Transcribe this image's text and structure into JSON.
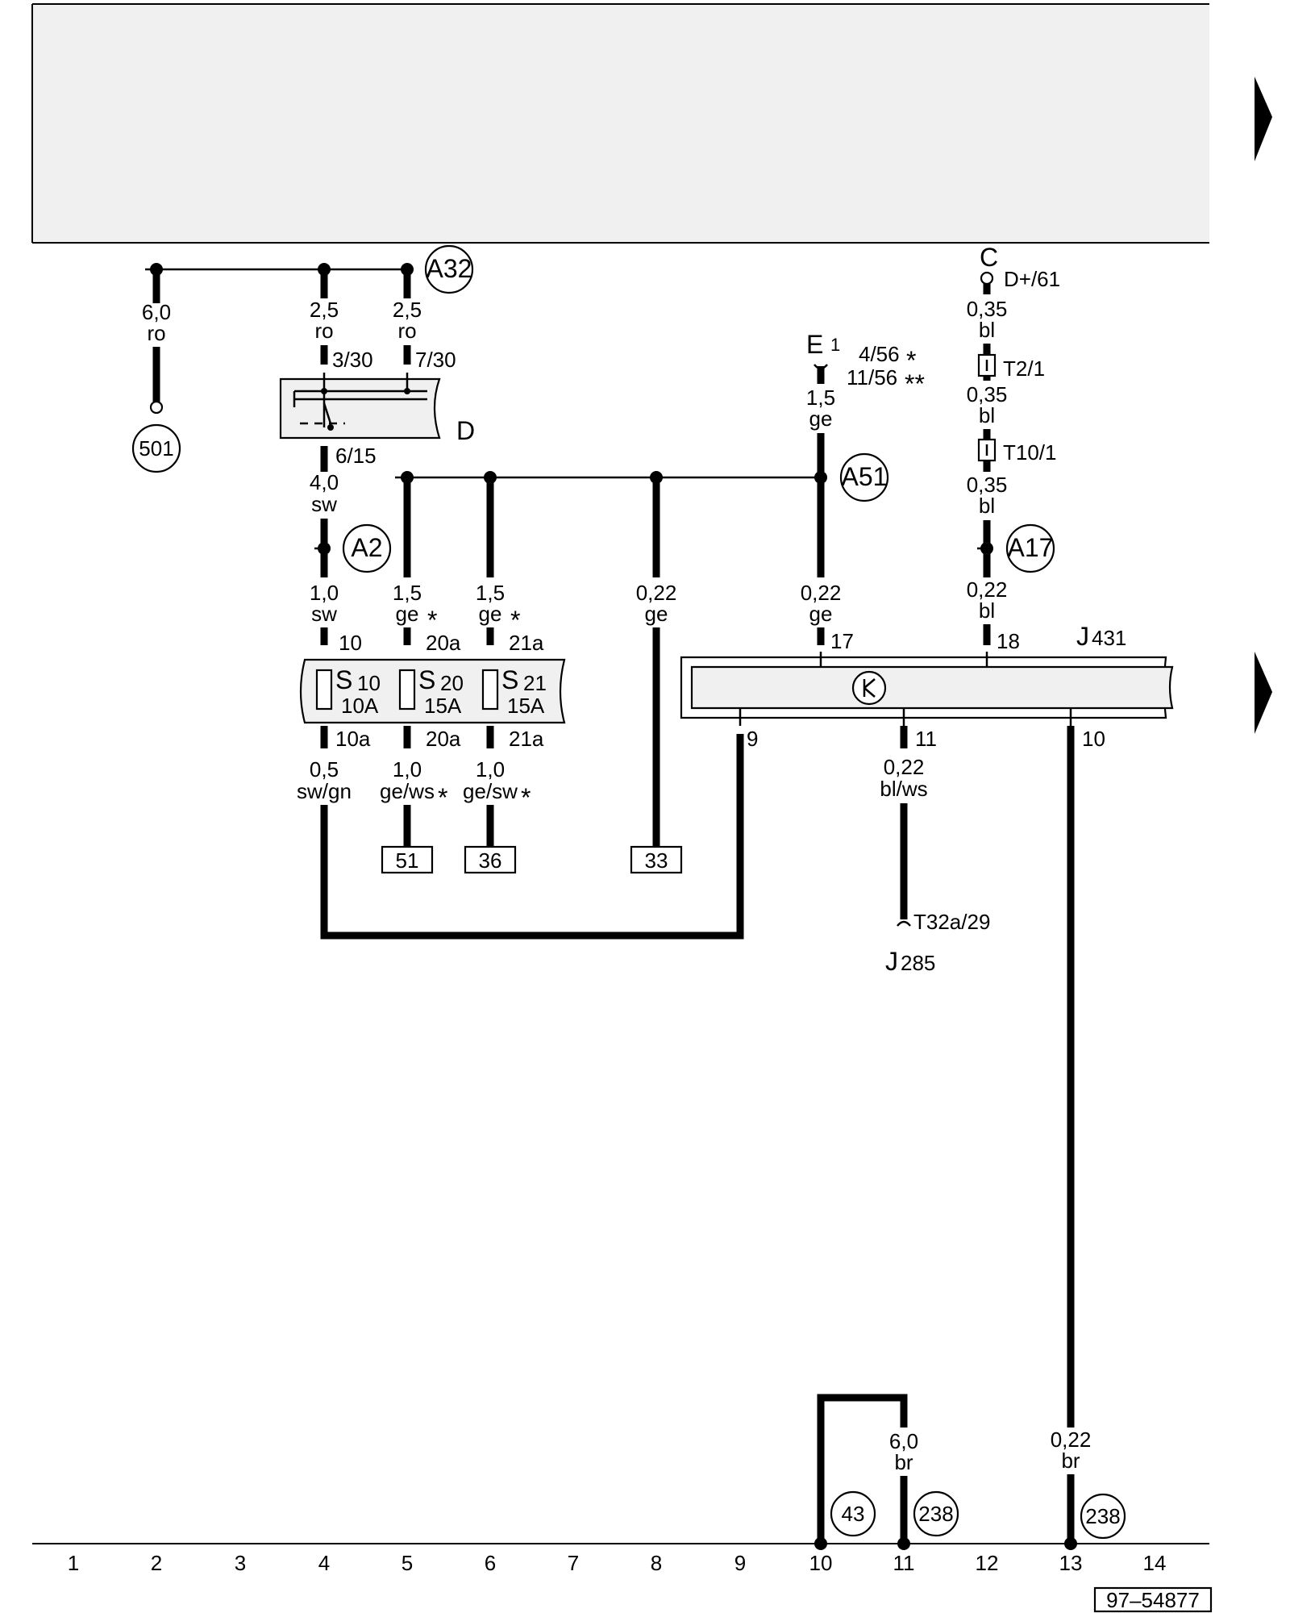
{
  "components": {
    "ignition_switch": "D",
    "control_unit": "J",
    "control_unit_num": "431",
    "instrument_cluster": "J",
    "instrument_cluster_num": "285",
    "connector_c": "C",
    "connector_e": "E",
    "connector_e_num": "1",
    "fuses": [
      {
        "letter": "S",
        "num": "10",
        "rating": "10A"
      },
      {
        "letter": "S",
        "num": "20",
        "rating": "15A"
      },
      {
        "letter": "S",
        "num": "21",
        "rating": "15A"
      }
    ]
  },
  "pins": {
    "d_in1": "3/30",
    "d_in2": "7/30",
    "d_out": "6/15",
    "c_pin": "D+/61",
    "t2": "T2/1",
    "t10": "T10/1",
    "e_pin1": "4/56",
    "e_pin2": "11/56",
    "fuse_in": [
      "10",
      "20a",
      "21a"
    ],
    "fuse_out": [
      "10a",
      "20a",
      "21a"
    ],
    "j431_in": [
      "17",
      "18"
    ],
    "j431_out": [
      "9",
      "11",
      "10"
    ],
    "j285_pin": "T32a/29"
  },
  "wires": {
    "w501": {
      "size": "6,0",
      "color": "ro"
    },
    "w_d1": {
      "size": "2,5",
      "color": "ro"
    },
    "w_d2": {
      "size": "2,5",
      "color": "ro"
    },
    "w_d_out": {
      "size": "4,0",
      "color": "sw"
    },
    "w_s10_in": {
      "size": "1,0",
      "color": "sw"
    },
    "w_s20_in": {
      "size": "1,5",
      "color": "ge"
    },
    "w_s21_in": {
      "size": "1,5",
      "color": "ge"
    },
    "w_33": {
      "size": "0,22",
      "color": "ge"
    },
    "w_e1_up": {
      "size": "1,5",
      "color": "ge"
    },
    "w_e1_down": {
      "size": "0,22",
      "color": "ge"
    },
    "w_c1": {
      "size": "0,35",
      "color": "bl"
    },
    "w_c2": {
      "size": "0,35",
      "color": "bl"
    },
    "w_c3": {
      "size": "0,35",
      "color": "bl"
    },
    "w_c4": {
      "size": "0,22",
      "color": "bl"
    },
    "w_s10_out": {
      "size": "0,5",
      "color": "sw/gn"
    },
    "w_s20_out": {
      "size": "1,0",
      "color": "ge/ws"
    },
    "w_s21_out": {
      "size": "1,0",
      "color": "ge/sw"
    },
    "w_j285": {
      "size": "0,22",
      "color": "bl/ws"
    },
    "w_ground": {
      "size": "6,0",
      "color": "br"
    },
    "w_ground13": {
      "size": "0,22",
      "color": "br"
    }
  },
  "refs": {
    "a32": "A32",
    "a51": "A51",
    "a2": "A2",
    "a17": "A17",
    "r501": "501",
    "r43": "43",
    "r238a": "238",
    "r238b": "238"
  },
  "continuations": [
    "51",
    "36",
    "33"
  ],
  "footnote_star": "*",
  "footnote_double_star": "**",
  "grid": [
    "1",
    "2",
    "3",
    "4",
    "5",
    "6",
    "7",
    "8",
    "9",
    "10",
    "11",
    "12",
    "13",
    "14"
  ],
  "doc_number": "97–54877"
}
